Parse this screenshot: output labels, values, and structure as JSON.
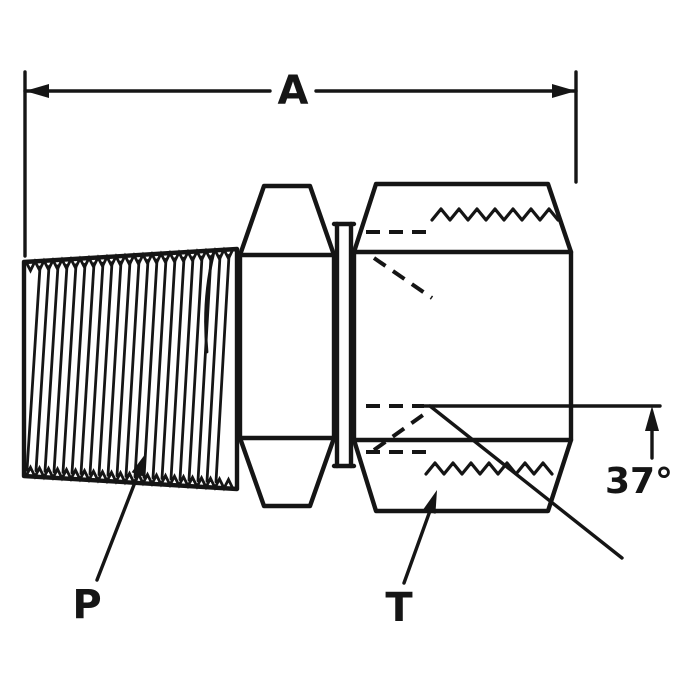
{
  "diagram": {
    "colors": {
      "ink": "#151515",
      "background": "#ffffff"
    },
    "labels": {
      "overall_length": "A",
      "male_pipe_thread": "P",
      "swivel_thread": "T",
      "flare_angle": "37°"
    }
  }
}
